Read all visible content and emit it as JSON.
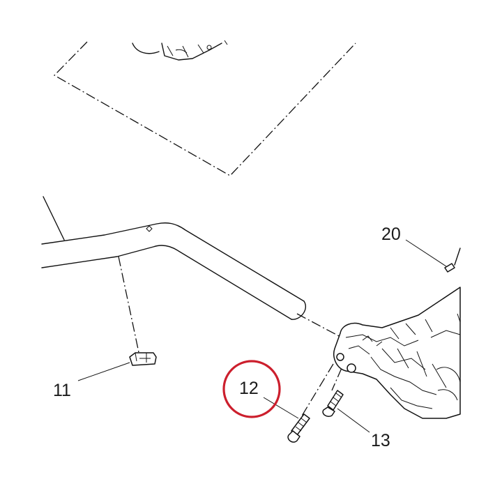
{
  "callouts": [
    {
      "id": "11",
      "label": "11"
    },
    {
      "id": "12",
      "label": "12",
      "highlighted": true
    },
    {
      "id": "13",
      "label": "13"
    },
    {
      "id": "20",
      "label": "20"
    }
  ],
  "colors": {
    "line": "#111111",
    "background": "#ffffff",
    "highlight_ring": "#cc1f2d"
  }
}
